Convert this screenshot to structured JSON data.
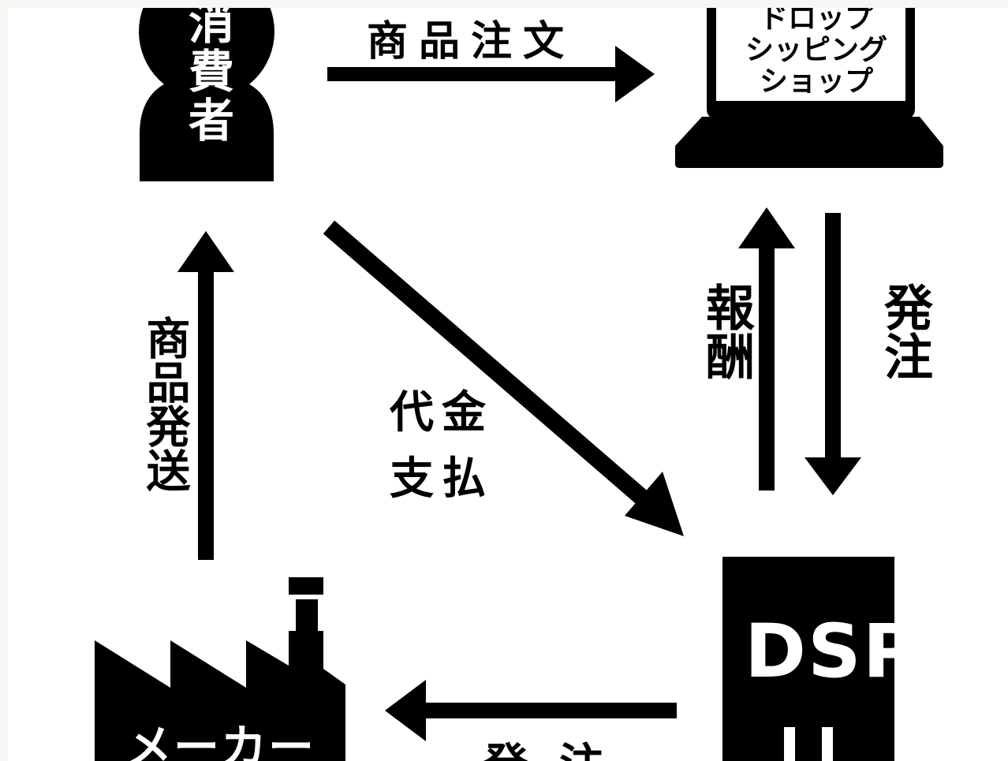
{
  "nodes": {
    "consumer": "消費者",
    "shop_lines": [
      "ドロップ",
      "シッピング",
      "ショップ"
    ],
    "dsp": "DSP",
    "maker": "メーカー"
  },
  "edges": {
    "product_order": "商品注文",
    "reward": "報酬",
    "order_right": "発注",
    "product_shipping": "商品発送",
    "payment_line1": "代金",
    "payment_line2": "支払",
    "order_bottom": "発注"
  },
  "colors": {
    "ink": "#000000",
    "paper": "#ffffff",
    "border": "#f7f6f3"
  }
}
